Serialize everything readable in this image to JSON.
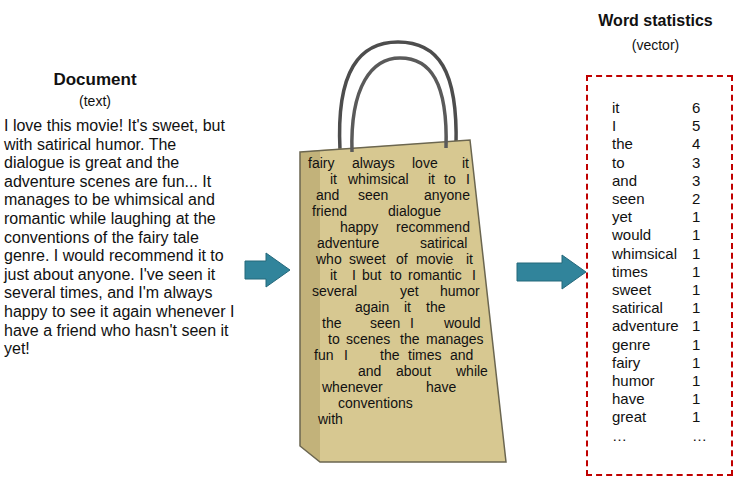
{
  "diagram": {
    "nodes": [
      {
        "text": [
          "fairy",
          "always",
          "love",
          "it",
          "it",
          "whimsical",
          "it",
          "to",
          "I",
          "and",
          "seen",
          "anyone",
          "friend",
          "dialogue",
          "happy",
          "recommend",
          "adventure",
          "satirical",
          "who",
          "sweet",
          "of",
          "movie",
          "it",
          "it",
          "I",
          "but",
          "to",
          "romantic",
          "I",
          "several",
          "yet",
          "humor",
          "again",
          "it",
          "the",
          "the",
          "seen",
          "I",
          "would",
          "to",
          "scenes",
          "the",
          "manages",
          "fun",
          "I",
          "the",
          "times",
          "and",
          "and",
          "about",
          "while",
          "whenever",
          "have",
          "conventions",
          "with"
        ]
      },
      {
        "text": [
          "Word statistics",
          "(vector)",
          "it",
          "6",
          "I",
          "5",
          "the",
          "4",
          "to",
          "3",
          "and",
          "3",
          "seen",
          "2",
          "yet",
          "1",
          "would",
          "1",
          "whimsical",
          "1",
          "times",
          "1",
          "sweet",
          "1",
          "satirical",
          "1",
          "adventure",
          "1",
          "genre",
          "1",
          "fairy",
          "1",
          "humor",
          "1",
          "have",
          "1",
          "great",
          "1",
          "…",
          "…"
        ]
      }
    ],
    "edges": [
      {
        "from": 0,
        "to": 1,
        "arrow": "to"
      }
    ],
    "labels": [
      "Document",
      "(text)",
      "I love this movie! It's sweet, but with satirical humor. The dialogue is great and the adventure scenes are fun... It manages to be whimsical and romantic while laughing at the conventions of the fairy tale genre. I would recommend it to just about anyone. I've seen it several times, and I'm always happy to see it again whenever I have a friend who hasn't seen it yet!"
    ]
  }
}
